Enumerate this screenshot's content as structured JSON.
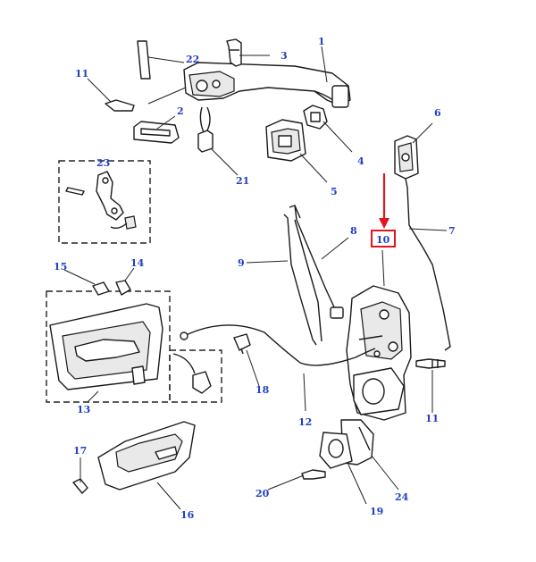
{
  "callouts": [
    {
      "id": "c1",
      "label": "1"
    },
    {
      "id": "c2",
      "label": "2"
    },
    {
      "id": "c3",
      "label": "3"
    },
    {
      "id": "c4",
      "label": "4"
    },
    {
      "id": "c5",
      "label": "5"
    },
    {
      "id": "c6",
      "label": "6"
    },
    {
      "id": "c7",
      "label": "7"
    },
    {
      "id": "c8",
      "label": "8"
    },
    {
      "id": "c9",
      "label": "9"
    },
    {
      "id": "c10",
      "label": "10"
    },
    {
      "id": "c11a",
      "label": "11"
    },
    {
      "id": "c11b",
      "label": "11"
    },
    {
      "id": "c12",
      "label": "12"
    },
    {
      "id": "c13",
      "label": "13"
    },
    {
      "id": "c14",
      "label": "14"
    },
    {
      "id": "c15",
      "label": "15"
    },
    {
      "id": "c16",
      "label": "16"
    },
    {
      "id": "c17",
      "label": "17"
    },
    {
      "id": "c18",
      "label": "18"
    },
    {
      "id": "c19",
      "label": "19"
    },
    {
      "id": "c20",
      "label": "20"
    },
    {
      "id": "c21",
      "label": "21"
    },
    {
      "id": "c22",
      "label": "22"
    },
    {
      "id": "c23",
      "label": "23"
    },
    {
      "id": "c24",
      "label": "24"
    }
  ],
  "highlight": {
    "callout": "10",
    "color": "#e3141b"
  },
  "colors": {
    "label": "#1f3fc4",
    "line": "#1a1a1a"
  }
}
